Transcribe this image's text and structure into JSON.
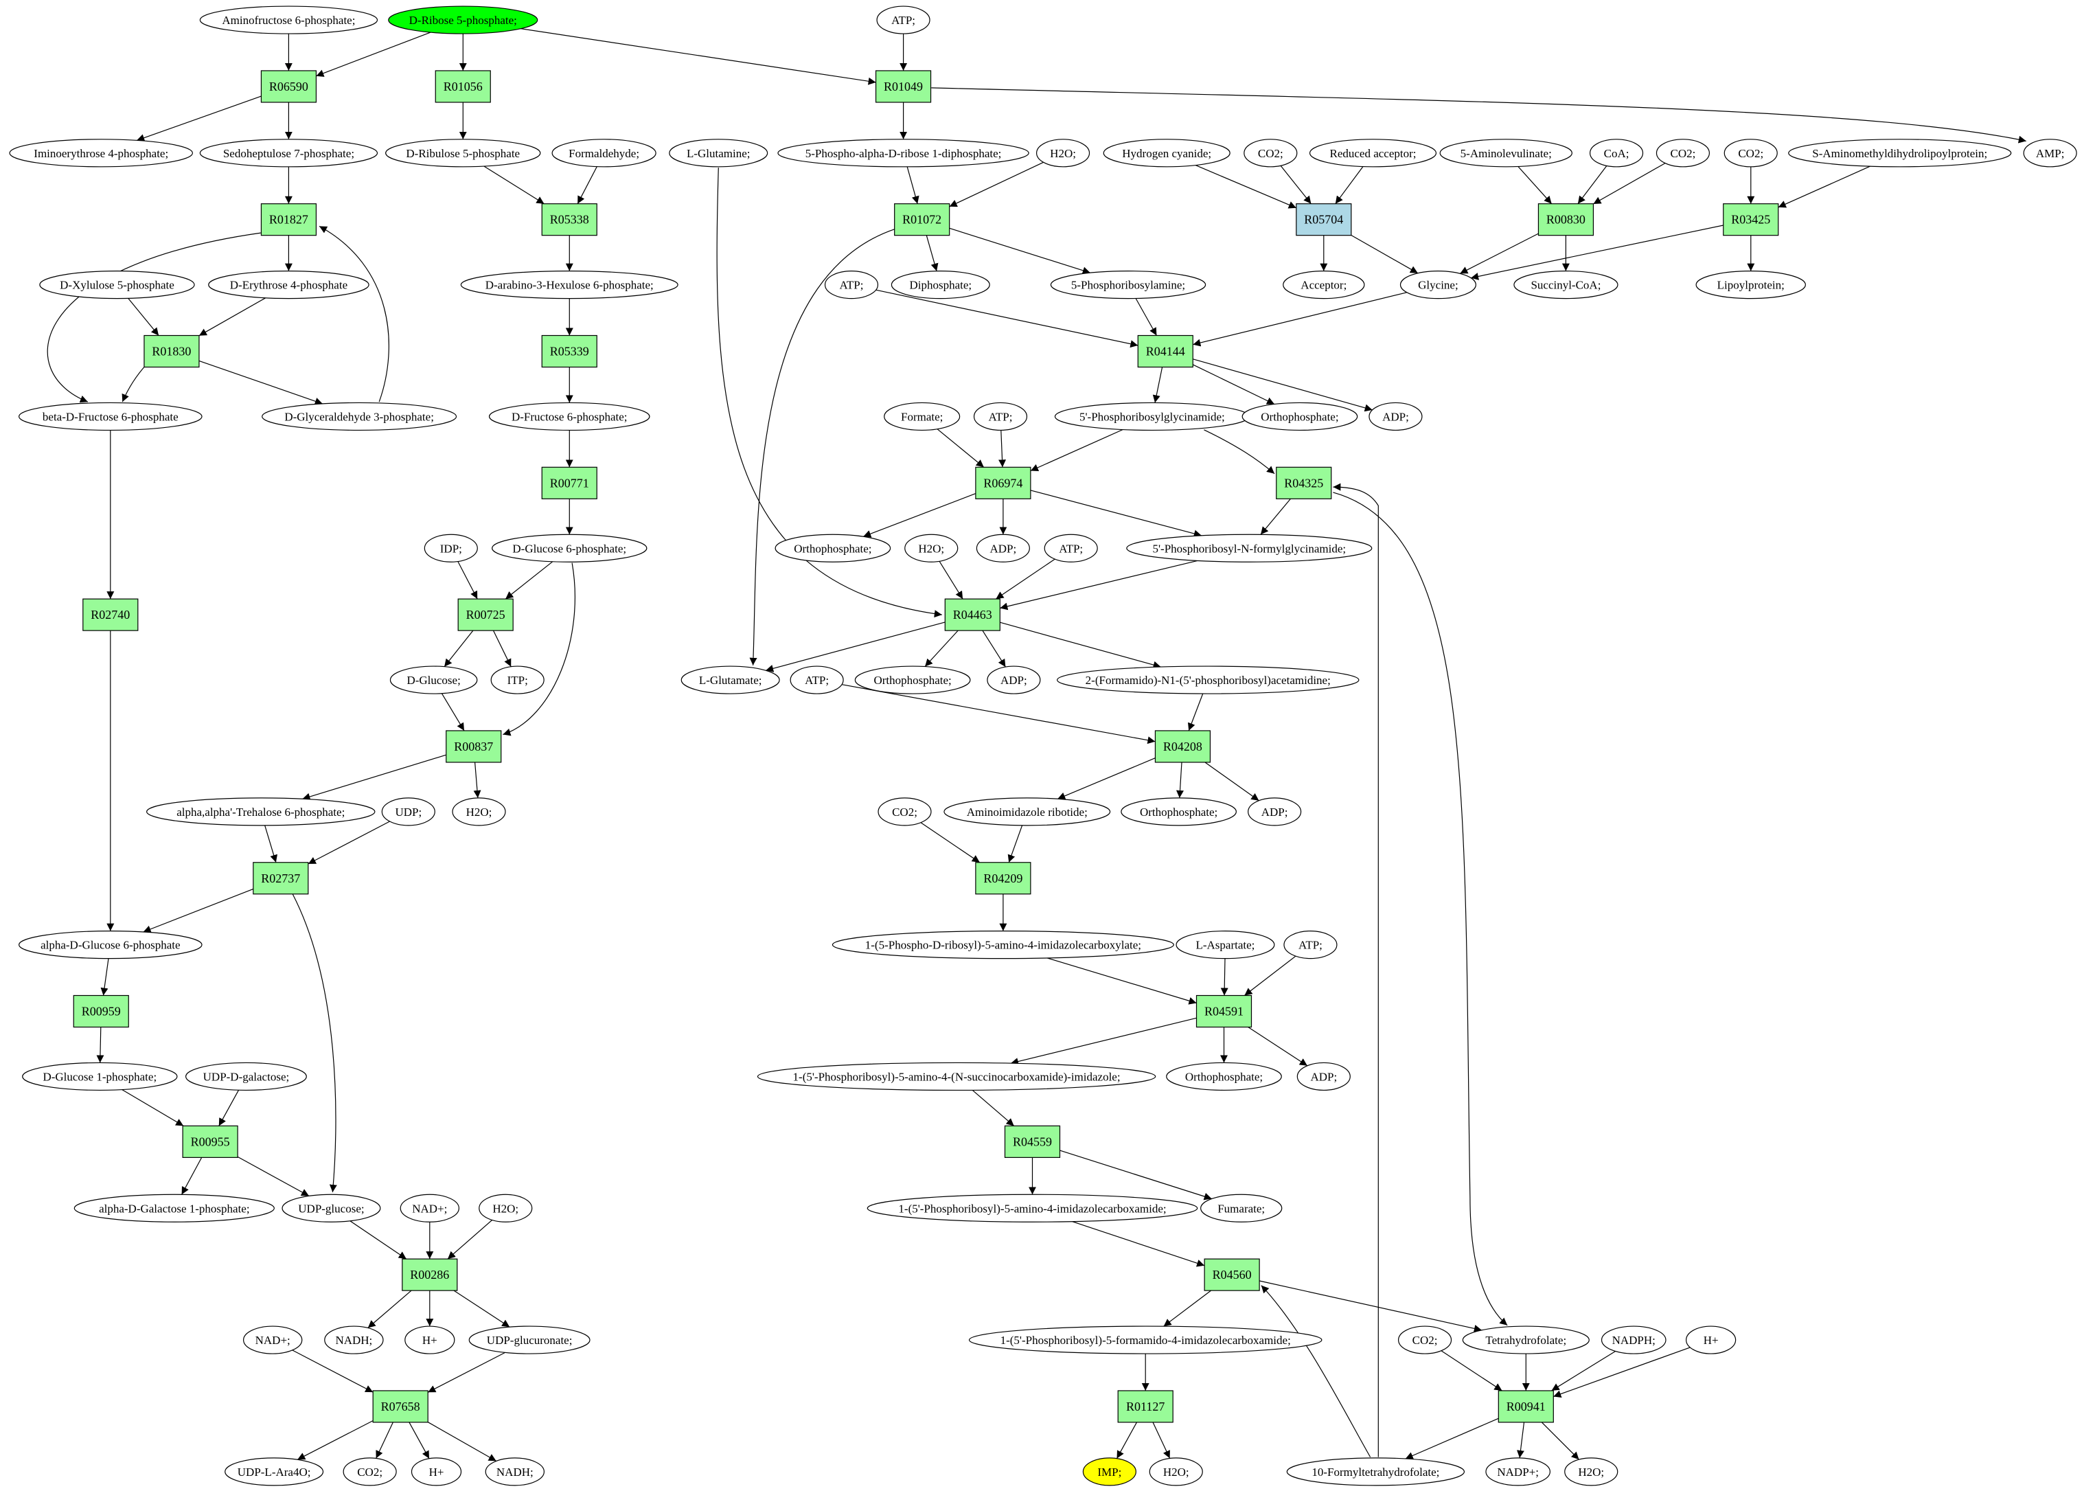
{
  "colors": {
    "reaction": "#98fb98",
    "reaction_alt": "#add8e6",
    "start_metabolite": "#00ff00",
    "target_metabolite": "#ffff00",
    "metabolite": "#ffffff"
  },
  "metabolites": [
    {
      "id": "m_aminofructose6p",
      "label": "Aminofructose 6-phosphate;"
    },
    {
      "id": "m_ribose5p",
      "label": "D-Ribose 5-phosphate;",
      "role": "start"
    },
    {
      "id": "m_atp1",
      "label": "ATP;"
    },
    {
      "id": "m_iminoerythrose",
      "label": "Iminoerythrose 4-phosphate;"
    },
    {
      "id": "m_sedoheptulose7p",
      "label": "Sedoheptulose 7-phosphate;"
    },
    {
      "id": "m_ribulose5p",
      "label": "D-Ribulose 5-phosphate"
    },
    {
      "id": "m_formaldehyde",
      "label": "Formaldehyde;"
    },
    {
      "id": "m_lglutamine",
      "label": "L-Glutamine;"
    },
    {
      "id": "m_prpp",
      "label": "5-Phospho-alpha-D-ribose 1-diphosphate;"
    },
    {
      "id": "m_h2o1",
      "label": "H2O;"
    },
    {
      "id": "m_hcn",
      "label": "Hydrogen cyanide;"
    },
    {
      "id": "m_co2a",
      "label": "CO2;"
    },
    {
      "id": "m_redacc",
      "label": "Reduced acceptor;"
    },
    {
      "id": "m_ala",
      "label": "5-Aminolevulinate;"
    },
    {
      "id": "m_coa",
      "label": "CoA;"
    },
    {
      "id": "m_co2b",
      "label": "CO2;"
    },
    {
      "id": "m_co2c",
      "label": "CO2;"
    },
    {
      "id": "m_samdlp",
      "label": "S-Aminomethyldihydrolipoylprotein;"
    },
    {
      "id": "m_amp",
      "label": "AMP;"
    },
    {
      "id": "m_xylulose5p",
      "label": "D-Xylulose 5-phosphate"
    },
    {
      "id": "m_erythrose4p",
      "label": "D-Erythrose 4-phosphate"
    },
    {
      "id": "m_arabhex6p",
      "label": "D-arabino-3-Hexulose 6-phosphate;"
    },
    {
      "id": "m_atp2",
      "label": "ATP;"
    },
    {
      "id": "m_diphosphate",
      "label": "Diphosphate;"
    },
    {
      "id": "m_5pra",
      "label": "5-Phosphoribosylamine;"
    },
    {
      "id": "m_acceptor",
      "label": "Acceptor;"
    },
    {
      "id": "m_glycine",
      "label": "Glycine;"
    },
    {
      "id": "m_succinylcoa",
      "label": "Succinyl-CoA;"
    },
    {
      "id": "m_lipoylprotein",
      "label": "Lipoylprotein;"
    },
    {
      "id": "m_bfructose6p",
      "label": "beta-D-Fructose 6-phosphate"
    },
    {
      "id": "m_glyceraldehyde3p",
      "label": "D-Glyceraldehyde 3-phosphate;"
    },
    {
      "id": "m_fructose6p",
      "label": "D-Fructose 6-phosphate;"
    },
    {
      "id": "m_gar",
      "label": "5'-Phosphoribosylglycinamide;"
    },
    {
      "id": "m_ortho1",
      "label": "Orthophosphate;"
    },
    {
      "id": "m_adp1",
      "label": "ADP;"
    },
    {
      "id": "m_formate",
      "label": "Formate;"
    },
    {
      "id": "m_atp3",
      "label": "ATP;"
    },
    {
      "id": "m_idp",
      "label": "IDP;"
    },
    {
      "id": "m_glucose6p",
      "label": "D-Glucose 6-phosphate;"
    },
    {
      "id": "m_ortho2",
      "label": "Orthophosphate;"
    },
    {
      "id": "m_adp2",
      "label": "ADP;"
    },
    {
      "id": "m_fgar",
      "label": "5'-Phosphoribosyl-N-formylglycinamide;"
    },
    {
      "id": "m_h2o2",
      "label": "H2O;"
    },
    {
      "id": "m_atp4",
      "label": "ATP;"
    },
    {
      "id": "m_dglucose",
      "label": "D-Glucose;"
    },
    {
      "id": "m_itp",
      "label": "ITP;"
    },
    {
      "id": "m_lglutamate",
      "label": "L-Glutamate;"
    },
    {
      "id": "m_atp5",
      "label": "ATP;"
    },
    {
      "id": "m_ortho3",
      "label": "Orthophosphate;"
    },
    {
      "id": "m_adp3",
      "label": "ADP;"
    },
    {
      "id": "m_fgam",
      "label": "2-(Formamido)-N1-(5'-phosphoribosyl)acetamidine;"
    },
    {
      "id": "m_trehalose6p",
      "label": "alpha,alpha'-Trehalose 6-phosphate;"
    },
    {
      "id": "m_udp",
      "label": "UDP;"
    },
    {
      "id": "m_h2o3",
      "label": "H2O;"
    },
    {
      "id": "m_co2d",
      "label": "CO2;"
    },
    {
      "id": "m_air",
      "label": "Aminoimidazole ribotide;"
    },
    {
      "id": "m_ortho4",
      "label": "Orthophosphate;"
    },
    {
      "id": "m_adp4",
      "label": "ADP;"
    },
    {
      "id": "m_aglucose6p",
      "label": "alpha-D-Glucose 6-phosphate"
    },
    {
      "id": "m_cair",
      "label": "1-(5-Phospho-D-ribosyl)-5-amino-4-imidazolecarboxylate;"
    },
    {
      "id": "m_laspartate",
      "label": "L-Aspartate;"
    },
    {
      "id": "m_atp6",
      "label": "ATP;"
    },
    {
      "id": "m_glucose1p",
      "label": "D-Glucose 1-phosphate;"
    },
    {
      "id": "m_udpgalactose",
      "label": "UDP-D-galactose;"
    },
    {
      "id": "m_saicar",
      "label": "1-(5'-Phosphoribosyl)-5-amino-4-(N-succinocarboxamide)-imidazole;"
    },
    {
      "id": "m_ortho5",
      "label": "Orthophosphate;"
    },
    {
      "id": "m_adp5",
      "label": "ADP;"
    },
    {
      "id": "m_agalactose1p",
      "label": "alpha-D-Galactose 1-phosphate;"
    },
    {
      "id": "m_udpglucose",
      "label": "UDP-glucose;"
    },
    {
      "id": "m_nad1",
      "label": "NAD+;"
    },
    {
      "id": "m_h2o4",
      "label": "H2O;"
    },
    {
      "id": "m_aicar",
      "label": "1-(5'-Phosphoribosyl)-5-amino-4-imidazolecarboxamide;"
    },
    {
      "id": "m_fumarate",
      "label": "Fumarate;"
    },
    {
      "id": "m_nad2",
      "label": "NAD+;"
    },
    {
      "id": "m_nadh1",
      "label": "NADH;"
    },
    {
      "id": "m_hplus1",
      "label": "H+"
    },
    {
      "id": "m_udpglucuronate",
      "label": "UDP-glucuronate;"
    },
    {
      "id": "m_faicar",
      "label": "1-(5'-Phosphoribosyl)-5-formamido-4-imidazolecarboxamide;"
    },
    {
      "id": "m_co2e",
      "label": "CO2;"
    },
    {
      "id": "m_thf",
      "label": "Tetrahydrofolate;"
    },
    {
      "id": "m_nadph",
      "label": "NADPH;"
    },
    {
      "id": "m_hplus2",
      "label": "H+"
    },
    {
      "id": "m_udpara4o",
      "label": "UDP-L-Ara4O;"
    },
    {
      "id": "m_co2f",
      "label": "CO2;"
    },
    {
      "id": "m_hplus3",
      "label": "H+"
    },
    {
      "id": "m_nadh2",
      "label": "NADH;"
    },
    {
      "id": "m_imp",
      "label": "IMP;",
      "role": "target"
    },
    {
      "id": "m_h2o5",
      "label": "H2O;"
    },
    {
      "id": "m_10fthf",
      "label": "10-Formyltetrahydrofolate;"
    },
    {
      "id": "m_nadp",
      "label": "NADP+;"
    },
    {
      "id": "m_h2o6",
      "label": "H2O;"
    }
  ],
  "reactions": [
    {
      "id": "r06590",
      "label": "R06590"
    },
    {
      "id": "r01056",
      "label": "R01056"
    },
    {
      "id": "r01049",
      "label": "R01049"
    },
    {
      "id": "r01827",
      "label": "R01827"
    },
    {
      "id": "r05338",
      "label": "R05338"
    },
    {
      "id": "r01072",
      "label": "R01072"
    },
    {
      "id": "r05704",
      "label": "R05704",
      "style": "alt"
    },
    {
      "id": "r00830",
      "label": "R00830"
    },
    {
      "id": "r03425",
      "label": "R03425"
    },
    {
      "id": "r01830",
      "label": "R01830"
    },
    {
      "id": "r05339",
      "label": "R05339"
    },
    {
      "id": "r04144",
      "label": "R04144"
    },
    {
      "id": "r00771",
      "label": "R00771"
    },
    {
      "id": "r06974",
      "label": "R06974"
    },
    {
      "id": "r04325",
      "label": "R04325"
    },
    {
      "id": "r02740",
      "label": "R02740"
    },
    {
      "id": "r00725",
      "label": "R00725"
    },
    {
      "id": "r04463",
      "label": "R04463"
    },
    {
      "id": "r00837",
      "label": "R00837"
    },
    {
      "id": "r04208",
      "label": "R04208"
    },
    {
      "id": "r02737",
      "label": "R02737"
    },
    {
      "id": "r04209",
      "label": "R04209"
    },
    {
      "id": "r00959",
      "label": "R00959"
    },
    {
      "id": "r04591",
      "label": "R04591"
    },
    {
      "id": "r00955",
      "label": "R00955"
    },
    {
      "id": "r04559",
      "label": "R04559"
    },
    {
      "id": "r00286",
      "label": "R00286"
    },
    {
      "id": "r04560",
      "label": "R04560"
    },
    {
      "id": "r07658",
      "label": "R07658"
    },
    {
      "id": "r01127",
      "label": "R01127"
    },
    {
      "id": "r00941",
      "label": "R00941"
    }
  ],
  "edges": [
    [
      "m_aminofructose6p",
      "r06590"
    ],
    [
      "m_ribose5p",
      "r06590"
    ],
    [
      "r06590",
      "m_iminoerythrose"
    ],
    [
      "r06590",
      "m_sedoheptulose7p"
    ],
    [
      "m_ribose5p",
      "r01056"
    ],
    [
      "r01056",
      "m_ribulose5p"
    ],
    [
      "m_ribose5p",
      "r01049"
    ],
    [
      "m_atp1",
      "r01049"
    ],
    [
      "r01049",
      "m_prpp"
    ],
    [
      "r01049",
      "m_amp"
    ],
    [
      "m_sedoheptulose7p",
      "r01827"
    ],
    [
      "r01827",
      "m_erythrose4p"
    ],
    [
      "r01827",
      "m_bfructose6p"
    ],
    [
      "m_glyceraldehyde3p",
      "r01827"
    ],
    [
      "m_xylulose5p",
      "r01830"
    ],
    [
      "m_erythrose4p",
      "r01830"
    ],
    [
      "r01830",
      "m_bfructose6p"
    ],
    [
      "r01830",
      "m_glyceraldehyde3p"
    ],
    [
      "m_ribulose5p",
      "r05338"
    ],
    [
      "m_formaldehyde",
      "r05338"
    ],
    [
      "r05338",
      "m_arabhex6p"
    ],
    [
      "m_arabhex6p",
      "r05339"
    ],
    [
      "r05339",
      "m_fructose6p"
    ],
    [
      "m_fructose6p",
      "r00771"
    ],
    [
      "r00771",
      "m_glucose6p"
    ],
    [
      "m_prpp",
      "r01072"
    ],
    [
      "m_h2o1",
      "r01072"
    ],
    [
      "m_lglutamine",
      "r04463"
    ],
    [
      "r01072",
      "m_diphosphate"
    ],
    [
      "r01072",
      "m_5pra"
    ],
    [
      "r01072",
      "m_lglutamate"
    ],
    [
      "m_hcn",
      "r05704"
    ],
    [
      "m_co2a",
      "r05704"
    ],
    [
      "m_redacc",
      "r05704"
    ],
    [
      "r05704",
      "m_acceptor"
    ],
    [
      "r05704",
      "m_glycine"
    ],
    [
      "m_ala",
      "r00830"
    ],
    [
      "m_coa",
      "r00830"
    ],
    [
      "m_co2b",
      "r00830"
    ],
    [
      "r00830",
      "m_glycine"
    ],
    [
      "r00830",
      "m_succinylcoa"
    ],
    [
      "m_co2c",
      "r03425"
    ],
    [
      "m_samdlp",
      "r03425"
    ],
    [
      "r03425",
      "m_glycine"
    ],
    [
      "r03425",
      "m_lipoylprotein"
    ],
    [
      "m_5pra",
      "r04144"
    ],
    [
      "m_atp2",
      "r04144"
    ],
    [
      "m_glycine",
      "r04144"
    ],
    [
      "r04144",
      "m_gar"
    ],
    [
      "r04144",
      "m_ortho1"
    ],
    [
      "r04144",
      "m_adp1"
    ],
    [
      "m_gar",
      "r06974"
    ],
    [
      "m_formate",
      "r06974"
    ],
    [
      "m_atp3",
      "r06974"
    ],
    [
      "r06974",
      "m_ortho2"
    ],
    [
      "r06974",
      "m_adp2"
    ],
    [
      "r06974",
      "m_fgar"
    ],
    [
      "m_gar",
      "r04325"
    ],
    [
      "m_10fthf",
      "r04325"
    ],
    [
      "r04325",
      "m_fgar"
    ],
    [
      "r04325",
      "m_thf"
    ],
    [
      "m_bfructose6p",
      "r02740"
    ],
    [
      "r02740",
      "m_aglucose6p"
    ],
    [
      "m_idp",
      "r00725"
    ],
    [
      "m_glucose6p",
      "r00725"
    ],
    [
      "r00725",
      "m_dglucose"
    ],
    [
      "r00725",
      "m_itp"
    ],
    [
      "m_fgar",
      "r04463"
    ],
    [
      "m_h2o2",
      "r04463"
    ],
    [
      "m_atp4",
      "r04463"
    ],
    [
      "r04463",
      "m_lglutamate"
    ],
    [
      "r04463",
      "m_ortho3"
    ],
    [
      "r04463",
      "m_adp3"
    ],
    [
      "r04463",
      "m_fgam"
    ],
    [
      "m_dglucose",
      "r00837"
    ],
    [
      "m_glucose6p",
      "r00837"
    ],
    [
      "r00837",
      "m_trehalose6p"
    ],
    [
      "r00837",
      "m_h2o3"
    ],
    [
      "m_fgam",
      "r04208"
    ],
    [
      "m_atp5",
      "r04208"
    ],
    [
      "r04208",
      "m_air"
    ],
    [
      "r04208",
      "m_ortho4"
    ],
    [
      "r04208",
      "m_adp4"
    ],
    [
      "m_trehalose6p",
      "r02737"
    ],
    [
      "m_udp",
      "r02737"
    ],
    [
      "r02737",
      "m_aglucose6p"
    ],
    [
      "r02737",
      "m_udpglucose"
    ],
    [
      "m_co2d",
      "r04209"
    ],
    [
      "m_air",
      "r04209"
    ],
    [
      "r04209",
      "m_cair"
    ],
    [
      "m_aglucose6p",
      "r00959"
    ],
    [
      "r00959",
      "m_glucose1p"
    ],
    [
      "m_cair",
      "r04591"
    ],
    [
      "m_laspartate",
      "r04591"
    ],
    [
      "m_atp6",
      "r04591"
    ],
    [
      "r04591",
      "m_saicar"
    ],
    [
      "r04591",
      "m_ortho5"
    ],
    [
      "r04591",
      "m_adp5"
    ],
    [
      "m_glucose1p",
      "r00955"
    ],
    [
      "m_udpgalactose",
      "r00955"
    ],
    [
      "r00955",
      "m_agalactose1p"
    ],
    [
      "r00955",
      "m_udpglucose"
    ],
    [
      "m_saicar",
      "r04559"
    ],
    [
      "r04559",
      "m_aicar"
    ],
    [
      "r04559",
      "m_fumarate"
    ],
    [
      "m_udpglucose",
      "r00286"
    ],
    [
      "m_nad1",
      "r00286"
    ],
    [
      "m_h2o4",
      "r00286"
    ],
    [
      "r00286",
      "m_nadh1"
    ],
    [
      "r00286",
      "m_hplus1"
    ],
    [
      "r00286",
      "m_udpglucuronate"
    ],
    [
      "m_aicar",
      "r04560"
    ],
    [
      "m_10fthf",
      "r04560"
    ],
    [
      "r04560",
      "m_faicar"
    ],
    [
      "r04560",
      "m_thf"
    ],
    [
      "m_nad2",
      "r07658"
    ],
    [
      "m_udpglucuronate",
      "r07658"
    ],
    [
      "r07658",
      "m_udpara4o"
    ],
    [
      "r07658",
      "m_co2f"
    ],
    [
      "r07658",
      "m_hplus3"
    ],
    [
      "r07658",
      "m_nadh2"
    ],
    [
      "m_faicar",
      "r01127"
    ],
    [
      "r01127",
      "m_imp"
    ],
    [
      "r01127",
      "m_h2o5"
    ],
    [
      "m_co2e",
      "r00941"
    ],
    [
      "m_thf",
      "r00941"
    ],
    [
      "m_nadph",
      "r00941"
    ],
    [
      "m_hplus2",
      "r00941"
    ],
    [
      "r00941",
      "m_10fthf"
    ],
    [
      "r00941",
      "m_nadp"
    ],
    [
      "r00941",
      "m_h2o6"
    ]
  ]
}
